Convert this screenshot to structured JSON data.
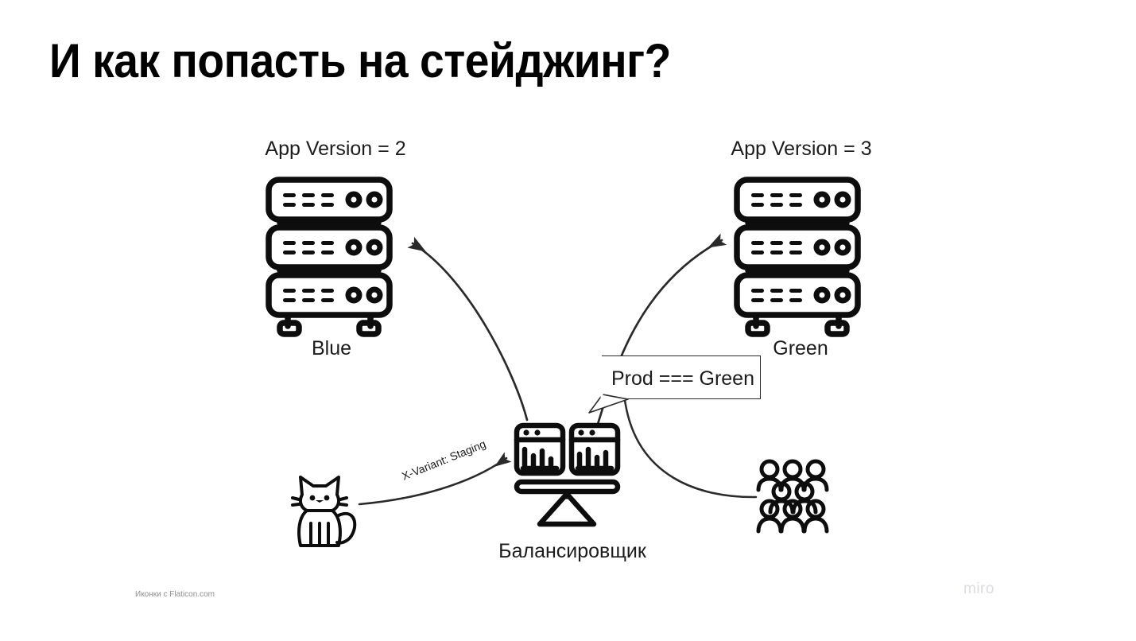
{
  "slide": {
    "title": "И как попасть на стейджинг?",
    "background_color": "#ffffff",
    "ink_color": "#1a1a1a"
  },
  "nodes": {
    "blue_server": {
      "version_label": "App Version = 2",
      "name_label": "Blue",
      "icon": "server-rack-icon"
    },
    "green_server": {
      "version_label": "App Version = 3",
      "name_label": "Green",
      "icon": "server-rack-icon"
    },
    "balancer": {
      "name_label": "Балансировщик",
      "icon": "balance-scale-icon"
    },
    "cat": {
      "icon": "cat-icon"
    },
    "crowd": {
      "icon": "people-group-icon"
    }
  },
  "callout": {
    "text": "Prod === Green"
  },
  "edges": {
    "cat_to_balancer_label": "X-Variant: Staging"
  },
  "footer": {
    "credit": "Иконки с Flaticon.com",
    "watermark": "miro"
  }
}
